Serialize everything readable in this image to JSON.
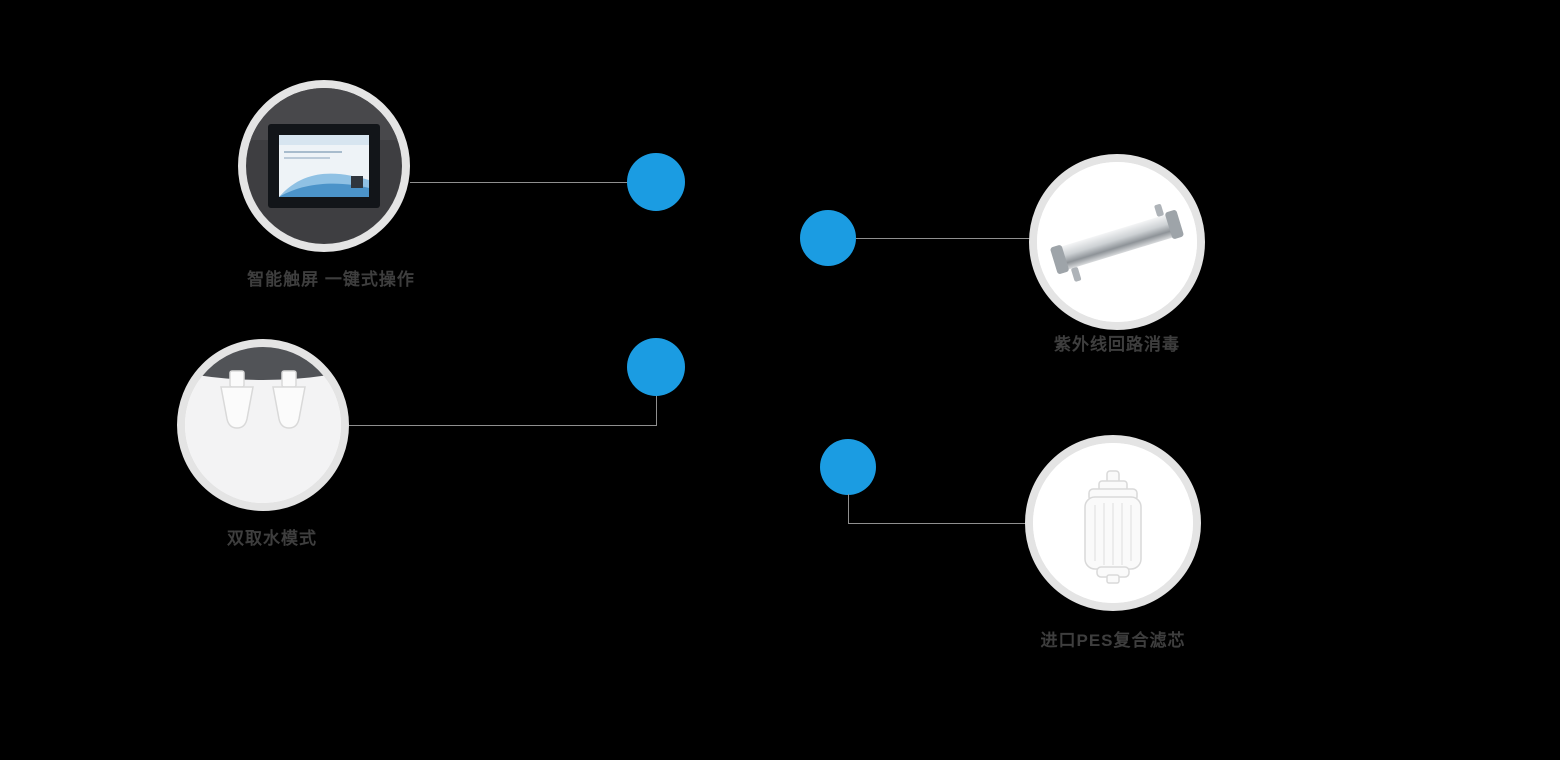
{
  "diagram": {
    "features": [
      {
        "id": "touchscreen",
        "label": "智能触屏 一键式操作",
        "icon": "touchscreen-panel-icon"
      },
      {
        "id": "uv-loop",
        "label": "紫外线回路消毒",
        "icon": "uv-sterilizer-icon"
      },
      {
        "id": "dual-water",
        "label": "双取水模式",
        "icon": "dual-water-nozzle-icon"
      },
      {
        "id": "pes-filter",
        "label": "进口PES复合滤芯",
        "icon": "pes-filter-icon"
      }
    ]
  },
  "colors": {
    "accent": "#1b9ce2",
    "ring": "#e4e4e4",
    "line": "#8f8f8f",
    "label-text": "#3e3e3e",
    "bg": "#000000"
  }
}
